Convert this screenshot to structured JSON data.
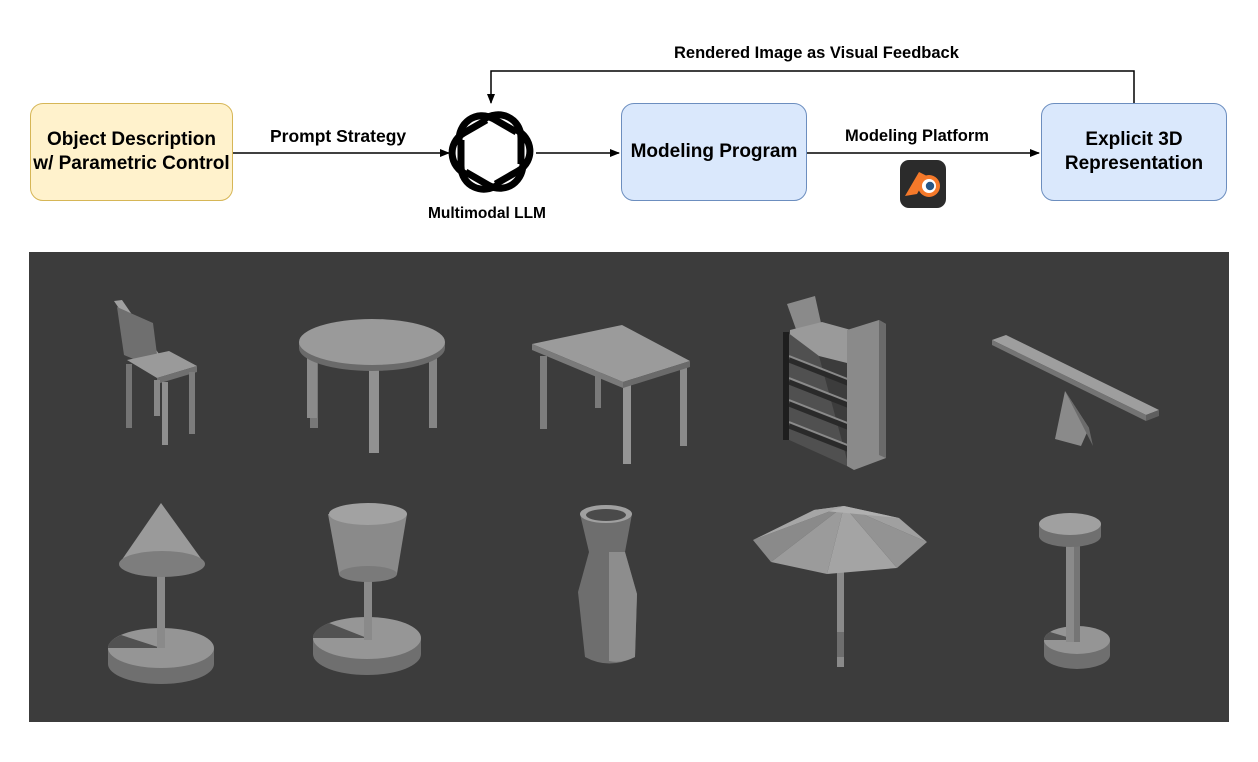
{
  "nodes": {
    "object_description": {
      "line1": "Object Description",
      "line2": "w/ Parametric Control"
    },
    "llm": {
      "label": "Multimodal LLM",
      "icon": "openai-logo-icon"
    },
    "modeling_program": {
      "label": "Modeling Program"
    },
    "representation": {
      "line1": "Explicit 3D",
      "line2": "Representation"
    }
  },
  "edges": {
    "prompt_strategy": "Prompt Strategy",
    "modeling_platform": "Modeling Platform",
    "feedback": "Rendered Image as Visual Feedback"
  },
  "platform_icon": "blender-logo-icon",
  "colors": {
    "yellow_fill": "#fff2cc",
    "yellow_border": "#d6b656",
    "blue_fill": "#dae8fc",
    "blue_border": "#6c8ebf",
    "gallery_bg": "#3c3c3c",
    "blender_orange": "#f5792a",
    "blender_blue": "#265787"
  },
  "gallery": {
    "objects": [
      "chair",
      "round-table",
      "rect-table",
      "bookshelf",
      "seesaw",
      "cone-lamp",
      "bucket-lamp",
      "vase",
      "umbrella",
      "round-stool"
    ]
  }
}
